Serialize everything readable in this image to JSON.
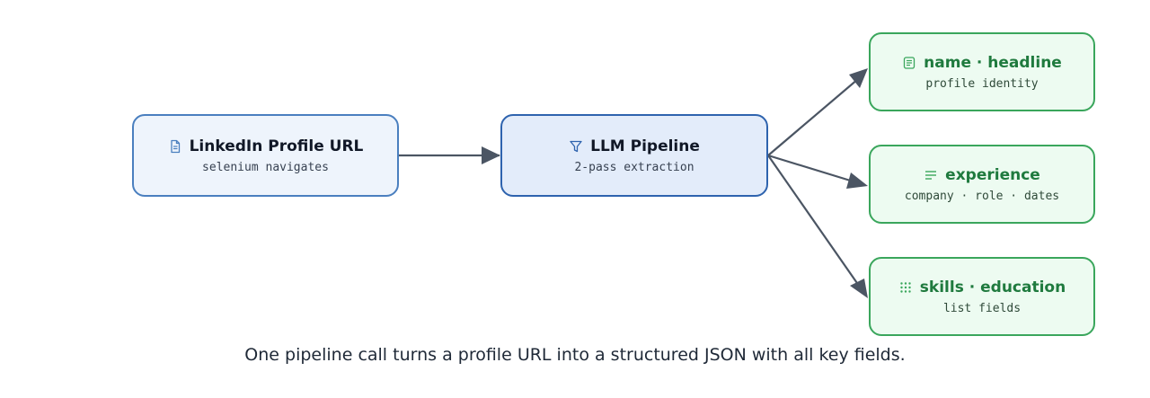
{
  "nodes": {
    "source": {
      "title": "LinkedIn Profile URL",
      "subtitle": "selenium navigates",
      "icon": "document-icon"
    },
    "pipeline": {
      "title": "LLM Pipeline",
      "subtitle": "2-pass extraction",
      "icon": "filter-icon"
    },
    "outputs": [
      {
        "title": "name · headline",
        "subtitle": "profile identity",
        "icon": "card-icon"
      },
      {
        "title": "experience",
        "subtitle": "company · role · dates",
        "icon": "lines-icon"
      },
      {
        "title": "skills · education",
        "subtitle": "list fields",
        "icon": "grid-dots-icon"
      }
    ]
  },
  "caption": "One pipeline call turns a profile URL into a structured JSON with all key fields.",
  "colors": {
    "source_border": "#4a7fbf",
    "pipeline_border": "#2e63ae",
    "output_border": "#3aa65c",
    "output_text": "#1f7a3e",
    "arrow": "#4b5563"
  }
}
